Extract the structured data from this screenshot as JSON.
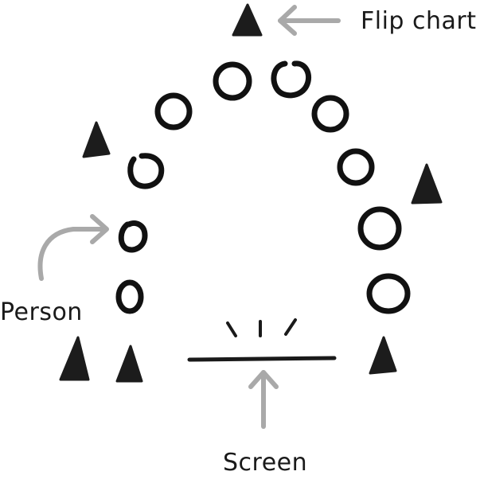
{
  "labels": {
    "flip_chart": "Flip chart",
    "person": "Person",
    "screen": "Screen"
  },
  "colors": {
    "ink": "#1a1a1a",
    "arrow": "#a9a9a9",
    "background": "#ffffff"
  },
  "icons": {
    "person": "circle-icon",
    "flip_chart": "triangle-icon"
  }
}
